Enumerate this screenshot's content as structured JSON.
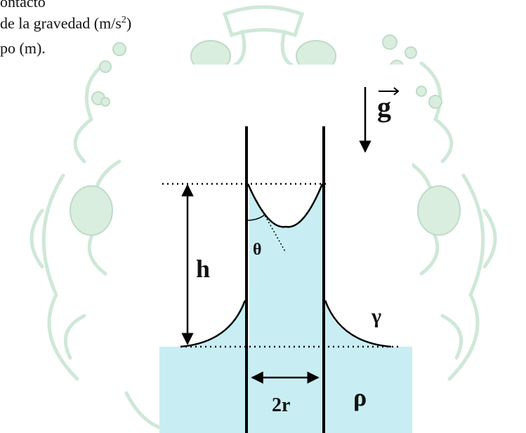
{
  "text": {
    "line1": "ontacto",
    "line2_prefix": "de la gravedad (m/s",
    "line2_exp": "2",
    "line2_suffix": ")",
    "line3": "po (m)."
  },
  "diagram": {
    "label_g": "g",
    "label_h": "h",
    "label_theta": "θ",
    "label_gamma": "γ",
    "label_rho": "ρ",
    "label_2r": "2r"
  },
  "colors": {
    "liquid": "#c8eef3",
    "watermark": "#cfe8d8",
    "line": "#000000"
  }
}
